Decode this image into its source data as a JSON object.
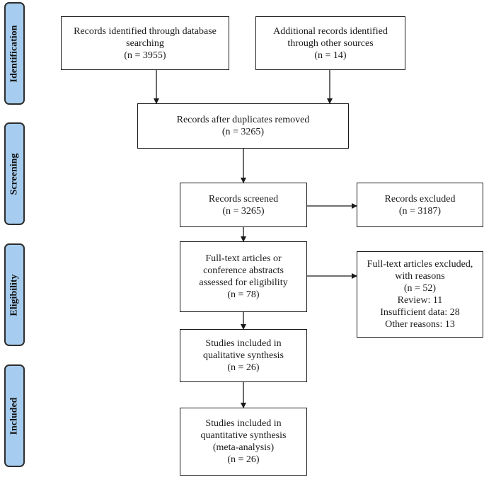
{
  "phases": {
    "identification": "Identification",
    "screening": "Screening",
    "eligibility": "Eligibility",
    "included": "Included"
  },
  "boxes": {
    "database": [
      "Records identified through database",
      "searching",
      "(n = 3955)"
    ],
    "other_sources": [
      "Additional records identified",
      "through other sources",
      "(n = 14)"
    ],
    "after_duplicates": [
      "Records after duplicates removed",
      "(n = 3265)"
    ],
    "screened": [
      "Records screened",
      "(n = 3265)"
    ],
    "excluded": [
      "Records excluded",
      "(n = 3187)"
    ],
    "fulltext_assessed": [
      "Full-text articles or",
      "conference abstracts",
      "assessed for eligibility",
      "(n = 78)"
    ],
    "fulltext_excluded": [
      "Full-text articles excluded,",
      "with reasons",
      "(n = 52)",
      "Review: 11",
      "Insufficient data: 28",
      "Other reasons: 13"
    ],
    "qualitative": [
      "Studies included in",
      "qualitative synthesis",
      "(n = 26)"
    ],
    "quantitative": [
      "Studies included in",
      "quantitative synthesis",
      "(meta-analysis)",
      "(n = 26)"
    ]
  },
  "colors": {
    "phase_fill": "#a6cdef",
    "box_border": "#1a1a1a",
    "arrow": "#1a1a1a"
  }
}
